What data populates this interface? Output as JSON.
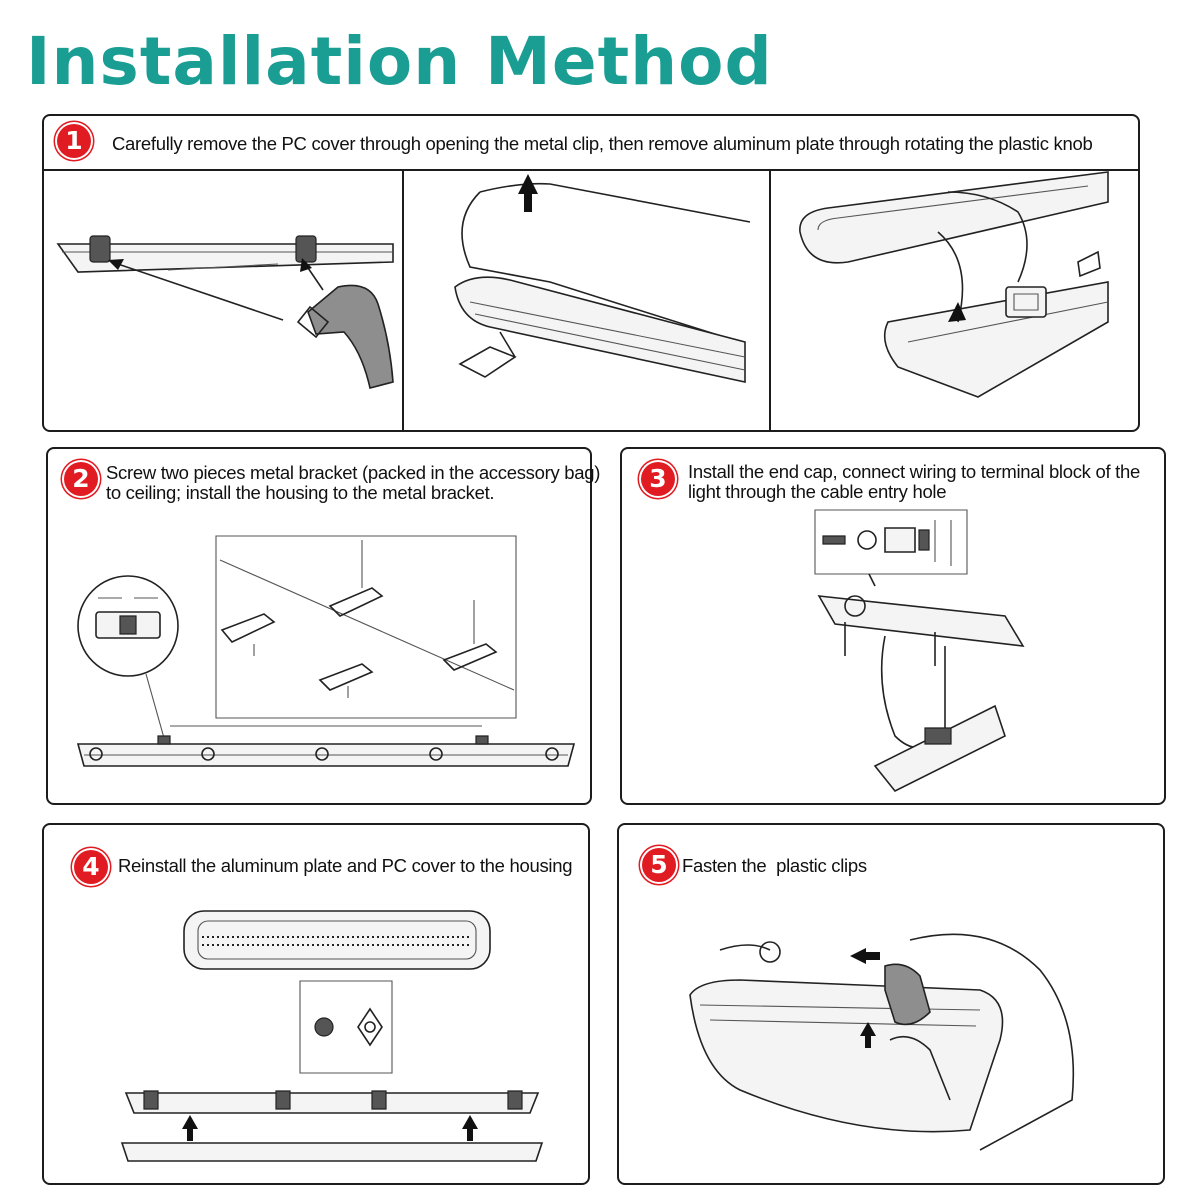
{
  "title": "Installation Method",
  "colors": {
    "title": "#1a9e94",
    "badge": "#e11b22",
    "border": "#1c1c1c"
  },
  "steps": [
    {
      "number": "1",
      "text": "Carefully remove the PC cover through opening the metal clip, then remove aluminum plate through rotating the plastic knob"
    },
    {
      "number": "2",
      "line1": "Screw two pieces metal bracket (packed in the accessory bag)",
      "line2": "to ceiling; install the housing to the metal bracket."
    },
    {
      "number": "3",
      "line1": "Install the end cap, connect wiring to terminal block of the",
      "line2": "light through the cable entry hole"
    },
    {
      "number": "4",
      "text": "Reinstall the aluminum plate and PC cover to the housing"
    },
    {
      "number": "5",
      "text": "Fasten the  plastic clips"
    }
  ]
}
